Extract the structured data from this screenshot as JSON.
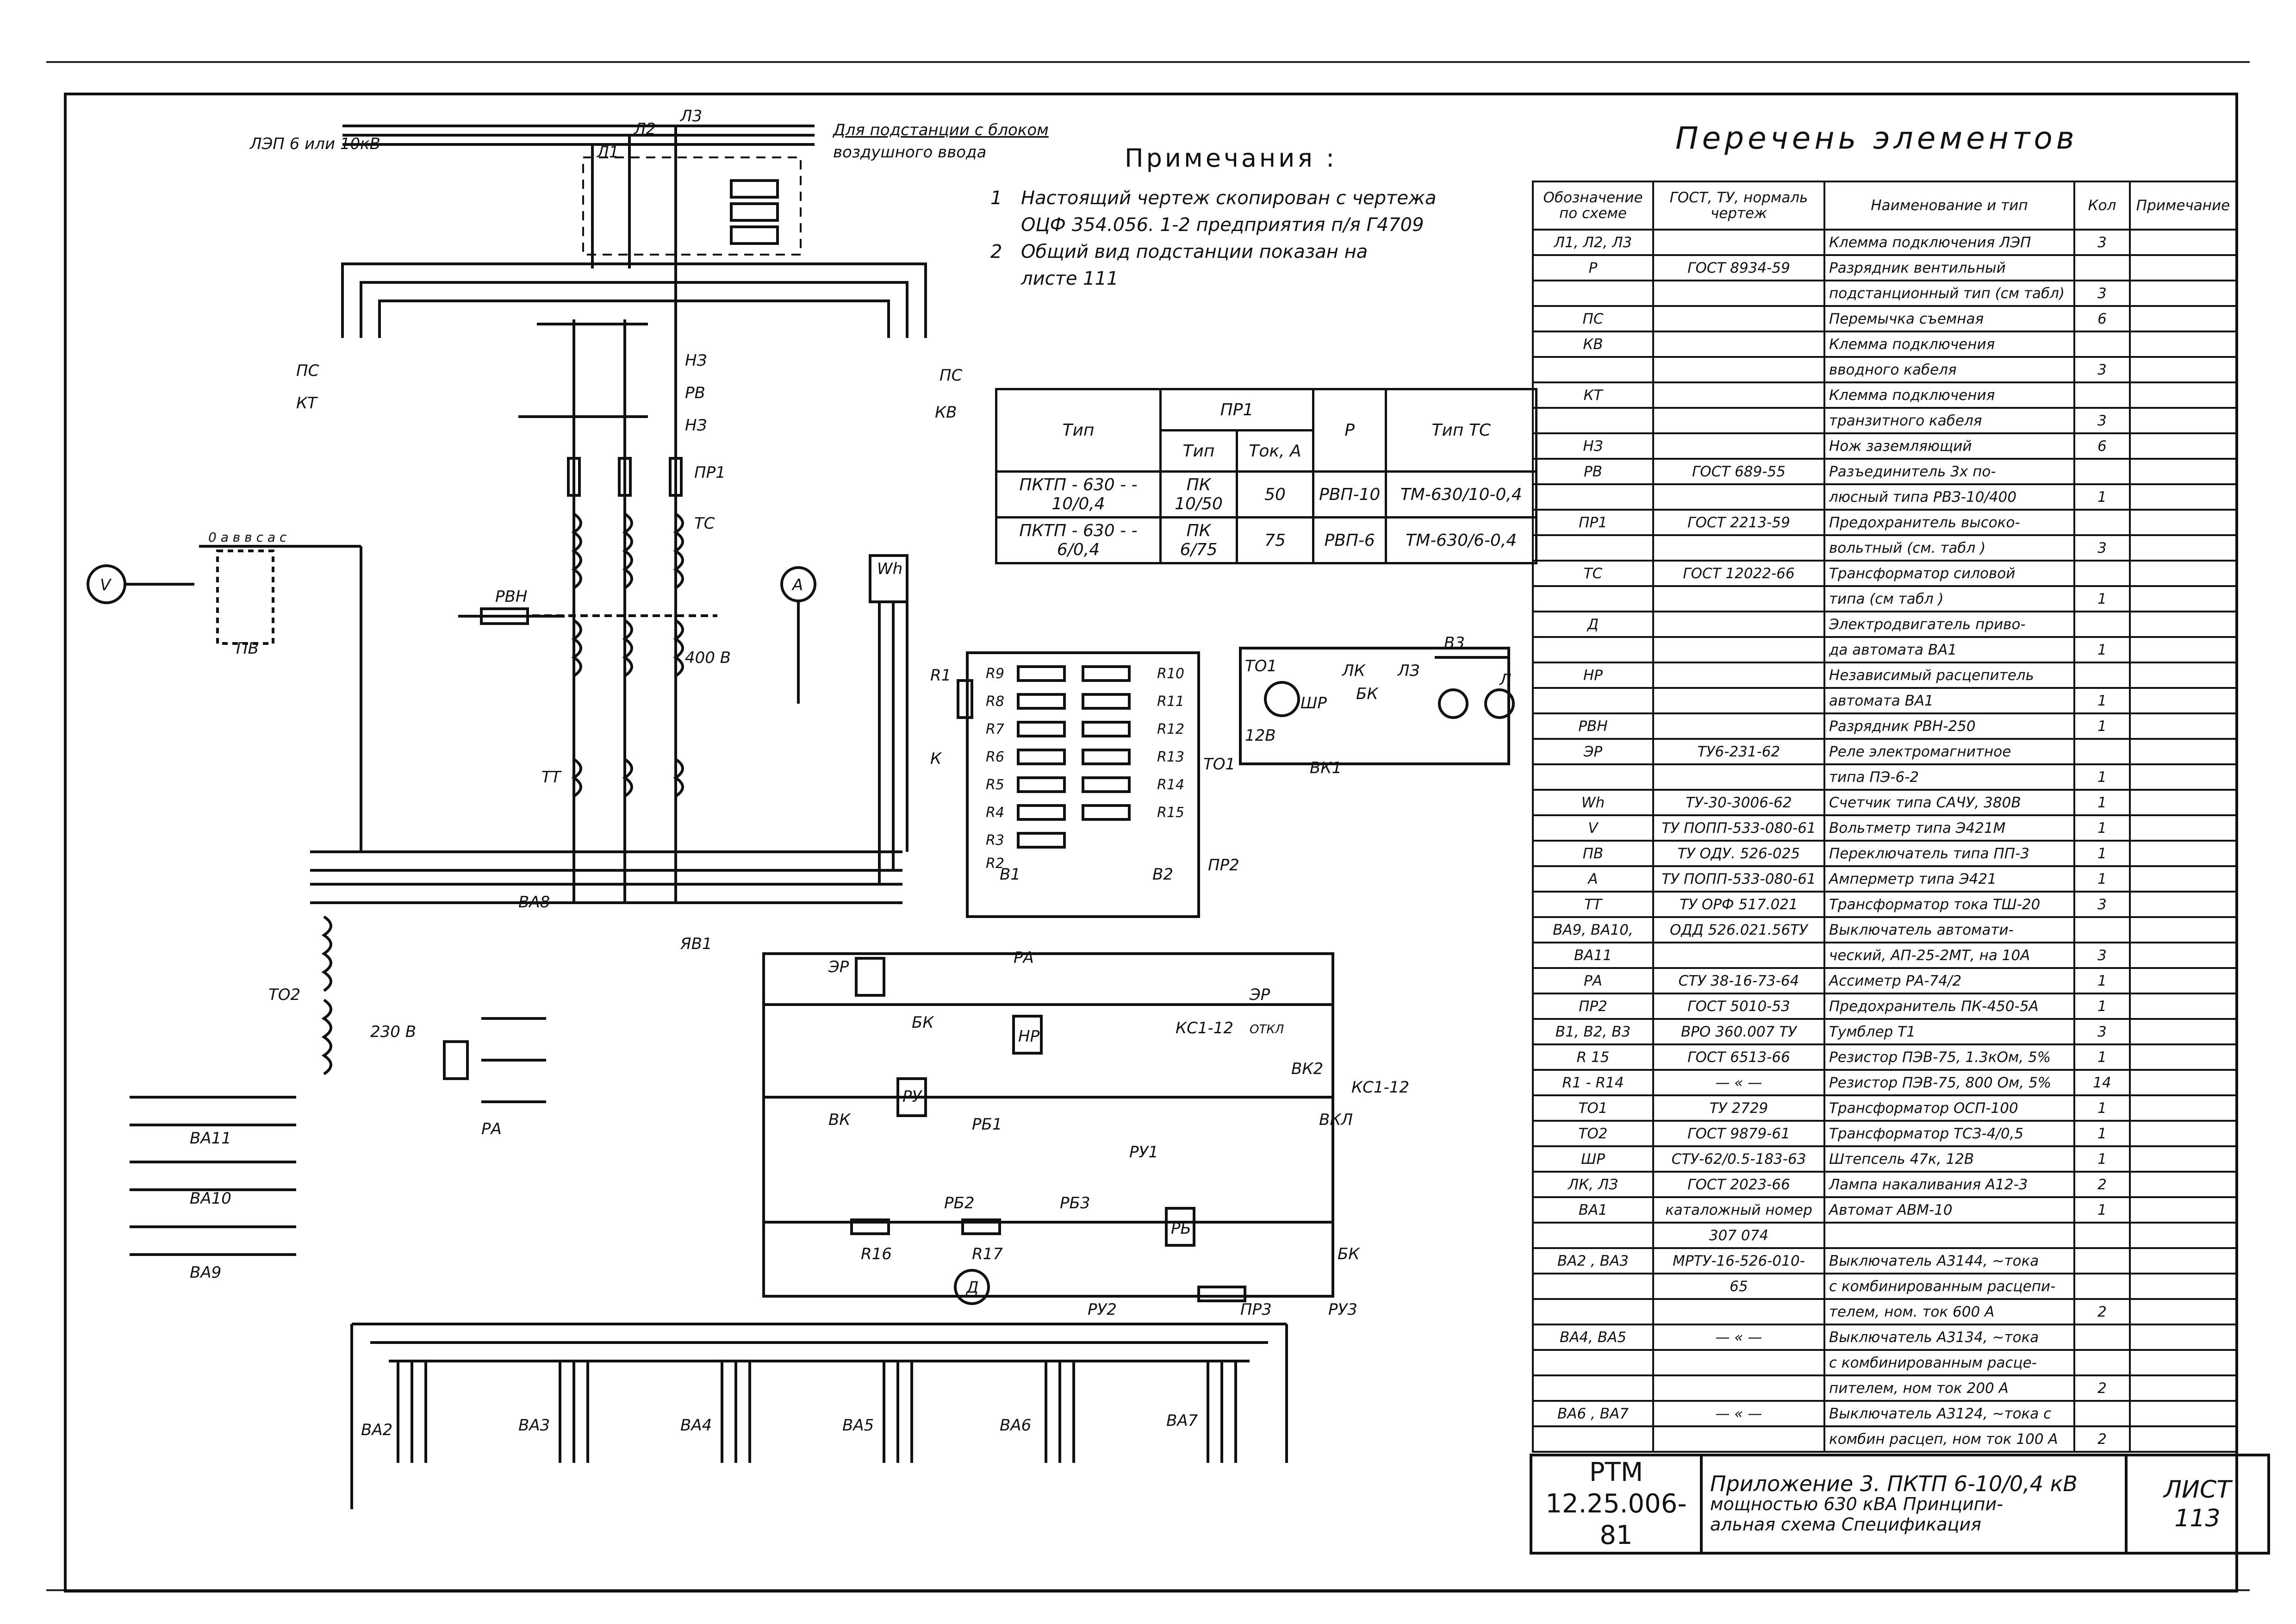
{
  "notes": {
    "title": "Примечания :",
    "items": [
      {
        "num": "1",
        "lines": [
          "Настоящий чертеж скопирован с чертежа",
          "ОЦФ 354.056. 1-2 предприятия п/я Г4709"
        ]
      },
      {
        "num": "2",
        "lines": [
          "Общий вид подстанции показан на",
          "листе 111"
        ]
      }
    ]
  },
  "variants": {
    "h_type": "Тип",
    "h_pr1": "ПР1",
    "h_pr1_type": "Тип",
    "h_pr1_current": "Ток, А",
    "h_r": "Р",
    "h_ts": "Тип ТС",
    "rows": [
      {
        "type": "ПКТП - 630 - - 10/0,4",
        "pk": "ПК 10/50",
        "current": "50",
        "r": "РВП-10",
        "ts": "ТМ-630/10-0,4"
      },
      {
        "type": "ПКТП - 630 - - 6/0,4",
        "pk": "ПК 6/75",
        "current": "75",
        "r": "РВП-6",
        "ts": "ТМ-630/6-0,4"
      }
    ]
  },
  "parts_list": {
    "title": "Перечень элементов",
    "headers": [
      "Обозначение по схеме",
      "ГОСТ, ТУ, нормаль чертеж",
      "Наименование и тип",
      "Кол",
      "Примечание"
    ],
    "rows": [
      [
        "Л1, Л2, Л3",
        "",
        "Клемма подключения ЛЭП",
        "3",
        ""
      ],
      [
        "Р",
        "ГОСТ 8934-59",
        "Разрядник вентильный",
        "",
        ""
      ],
      [
        "",
        "",
        "подстанционный тип (см табл)",
        "3",
        ""
      ],
      [
        "ПС",
        "",
        "Перемычка съемная",
        "6",
        ""
      ],
      [
        "КВ",
        "",
        "Клемма подключения",
        "",
        ""
      ],
      [
        "",
        "",
        "вводного кабеля",
        "3",
        ""
      ],
      [
        "КТ",
        "",
        "Клемма подключения",
        "",
        ""
      ],
      [
        "",
        "",
        "транзитного кабеля",
        "3",
        ""
      ],
      [
        "НЗ",
        "",
        "Нож заземляющий",
        "6",
        ""
      ],
      [
        "РВ",
        "ГОСТ 689-55",
        "Разъединитель 3х по-",
        "",
        ""
      ],
      [
        "",
        "",
        "люсный типа РВЗ-10/400",
        "1",
        ""
      ],
      [
        "ПР1",
        "ГОСТ 2213-59",
        "Предохранитель высоко-",
        "",
        ""
      ],
      [
        "",
        "",
        "вольтный (см. табл )",
        "3",
        ""
      ],
      [
        "ТС",
        "ГОСТ 12022-66",
        "Трансформатор силовой",
        "",
        ""
      ],
      [
        "",
        "",
        "типа (см табл )",
        "1",
        ""
      ],
      [
        "Д",
        "",
        "Электродвигатель приво-",
        "",
        ""
      ],
      [
        "",
        "",
        "да автомата ВА1",
        "1",
        ""
      ],
      [
        "НР",
        "",
        "Независимый расцепитель",
        "",
        ""
      ],
      [
        "",
        "",
        "автомата ВА1",
        "1",
        ""
      ],
      [
        "РВН",
        "",
        "Разрядник РВН-250",
        "1",
        ""
      ],
      [
        "ЭР",
        "ТУ6-231-62",
        "Реле электромагнитное",
        "",
        ""
      ],
      [
        "",
        "",
        "типа ПЭ-6-2",
        "1",
        ""
      ],
      [
        "Wh",
        "ТУ-30-3006-62",
        "Счетчик типа САЧУ, 380В",
        "1",
        ""
      ],
      [
        "V",
        "ТУ ПОПП-533-080-61",
        "Вольтметр типа Э421М",
        "1",
        ""
      ],
      [
        "ПВ",
        "ТУ ОДУ. 526-025",
        "Переключатель типа ПП-3",
        "1",
        ""
      ],
      [
        "А",
        "ТУ ПОПП-533-080-61",
        "Амперметр типа Э421",
        "1",
        ""
      ],
      [
        "ТТ",
        "ТУ ОРФ 517.021",
        "Трансформатор тока ТШ-20",
        "3",
        ""
      ],
      [
        "ВА9, ВА10,",
        "ОДД 526.021.56ТУ",
        "Выключатель автомати-",
        "",
        ""
      ],
      [
        "ВА11",
        "",
        "ческий, АП-25-2МТ, на 10А",
        "3",
        ""
      ],
      [
        "РА",
        "СТУ 38-16-73-64",
        "Ассиметр РА-74/2",
        "1",
        ""
      ],
      [
        "ПР2",
        "ГОСТ 5010-53",
        "Предохранитель ПК-450-5А",
        "1",
        ""
      ],
      [
        "В1, В2, В3",
        "ВРО 360.007 ТУ",
        "Тумблер Т1",
        "3",
        ""
      ],
      [
        "R 15",
        "ГОСТ 6513-66",
        "Резистор ПЭВ-75, 1.3кОм, 5%",
        "1",
        ""
      ],
      [
        "R1 - R14",
        "— « —",
        "Резистор ПЭВ-75, 800 Ом, 5%",
        "14",
        ""
      ],
      [
        "ТО1",
        "ТУ 2729",
        "Трансформатор ОСП-100",
        "1",
        ""
      ],
      [
        "ТО2",
        "ГОСТ 9879-61",
        "Трансформатор ТСЗ-4/0,5",
        "1",
        ""
      ],
      [
        "ШР",
        "СТУ-62/0.5-183-63",
        "Штепсель 47к, 12В",
        "1",
        ""
      ],
      [
        "ЛК, ЛЗ",
        "ГОСТ 2023-66",
        "Лампа накаливания А12-3",
        "2",
        ""
      ],
      [
        "ВА1",
        "каталожный номер",
        "Автомат АВМ-10",
        "1",
        ""
      ],
      [
        "",
        "307 074",
        "",
        "",
        ""
      ],
      [
        "ВА2 , ВА3",
        "МРТУ-16-526-010-",
        "Выключатель А3144, ~тока",
        "",
        ""
      ],
      [
        "",
        "65",
        "с комбинированным расцепи-",
        "",
        ""
      ],
      [
        "",
        "",
        "телем, ном. ток 600 А",
        "2",
        ""
      ],
      [
        "ВА4, ВА5",
        "— « —",
        "Выключатель А3134, ~тока",
        "",
        ""
      ],
      [
        "",
        "",
        "с комбинированным расце-",
        "",
        ""
      ],
      [
        "",
        "",
        "пителем, ном ток 200 А",
        "2",
        ""
      ],
      [
        "ВА6 , ВА7",
        "— « —",
        "Выключатель А3124, ~тока с",
        "",
        ""
      ],
      [
        "",
        "",
        "комбин расцеп, ном ток 100 А",
        "2",
        ""
      ]
    ]
  },
  "stamp": {
    "org_1": "РТМ",
    "org_2": "12.25.006-81",
    "title_1": "Приложение 3. ПКТП 6-10/0,4 кВ",
    "title_2": "мощностью 630 кВА Принципи-",
    "title_3": "альная схема Спецификация",
    "sheet_label": "ЛИСТ",
    "sheet_number": "113"
  },
  "schematic": {
    "line_label": "ЛЭП 6 или 10кВ",
    "line_labels": [
      "Л1",
      "Л2",
      "Л3"
    ],
    "block_note_1": "Для подстанции с блоком",
    "block_note_2": "воздушного ввода",
    "labels": {
      "ps_left": "ПС",
      "kt": "КТ",
      "ps_right": "ПС",
      "kv": "КВ",
      "nz1": "НЗ",
      "rv": "РВ",
      "nz2": "НЗ",
      "pr1": "ПР1",
      "ts": "ТС",
      "rvn": "РВН",
      "v400": "400 В",
      "tt": "ТТ",
      "pv": "ПВ",
      "phases": "0 а в в с а с",
      "to2": "ТО2",
      "v230": "230 В",
      "ra": "РА",
      "va11": "ВА11",
      "va10": "ВА10",
      "va9": "ВА9",
      "va8": "ВА8",
      "vv1": "ЯВ1",
      "er": "ЭР",
      "ra2": "РА",
      "bk1": "БК",
      "nr": "НР",
      "ks": "КС1-12",
      "otkl": "ОТКЛ",
      "er2": "ЭР",
      "vk2": "ВК2",
      "vk": "ВК",
      "ru": "РУ",
      "rb1": "РБ1",
      "ru1": "РУ1",
      "ks2": "КС1-12",
      "vkl": "ВКЛ",
      "rb2": "РБ2",
      "rb3": "РБ3",
      "r16": "R16",
      "r17": "R17",
      "rb": "РБ",
      "bk2": "БК",
      "d": "Д",
      "ru2": "РУ2",
      "pr3": "ПР3",
      "ru3": "РУ3",
      "r_left": [
        "R9",
        "R8",
        "R7",
        "R6",
        "R5",
        "R4",
        "R3",
        "R2"
      ],
      "r_right": [
        "R10",
        "R11",
        "R12",
        "R13",
        "R14",
        "R15"
      ],
      "r1": "R1",
      "k": "К",
      "b1": "В1",
      "b2": "В2",
      "pr2": "ПР2",
      "to1a": "ТО1",
      "to1b": "ТО1",
      "v12": "12В",
      "shr": "ШР",
      "lk": "ЛК",
      "bk3": "БК",
      "l3": "ЛЗ",
      "vk1": "ВК1",
      "b3": "В3",
      "l": "Л",
      "va": [
        "ВА2",
        "ВА3",
        "ВА4",
        "ВА5",
        "ВА6",
        "ВА7"
      ],
      "meter": "Wh",
      "ammeter": "А",
      "voltmeter": "V"
    }
  }
}
